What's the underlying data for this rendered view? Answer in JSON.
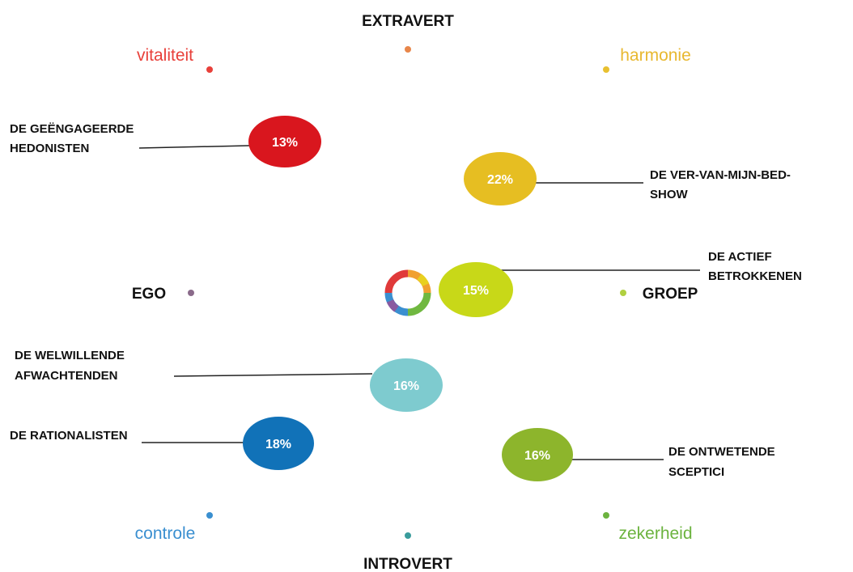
{
  "axes": {
    "top": "EXTRAVERT",
    "bottom": "INTROVERT",
    "left": "EGO",
    "right": "GROEP"
  },
  "corners": {
    "top_left": {
      "label": "vitaliteit",
      "color": "#e8403a"
    },
    "top_right": {
      "label": "harmonie",
      "color": "#e8b830"
    },
    "bottom_left": {
      "label": "controle",
      "color": "#3a8fd0"
    },
    "bottom_right": {
      "label": "zekerheid",
      "color": "#6cb33f"
    }
  },
  "segments": [
    {
      "name_line1": "DE GEËNGAGEERDE",
      "name_line2": "HEDONISTEN",
      "percentage": "13%",
      "color": "#d9161e"
    },
    {
      "name_line1": "DE VER-VAN-MIJN-BED-",
      "name_line2": "SHOW",
      "percentage": "22%",
      "color": "#e6be22"
    },
    {
      "name_line1": "DE ACTIEF",
      "name_line2": "BETROKKENEN",
      "percentage": "15%",
      "color": "#c8d818"
    },
    {
      "name_line1": "DE WELWILLENDE",
      "name_line2": "AFWACHTENDEN",
      "percentage": "16%",
      "color": "#7ecbcf"
    },
    {
      "name_line1": "DE RATIONALISTEN",
      "name_line2": "",
      "percentage": "18%",
      "color": "#1172b8"
    },
    {
      "name_line1": "DE ONTWETENDE",
      "name_line2": "SCEPTICI",
      "percentage": "16%",
      "color": "#8db52c"
    }
  ]
}
